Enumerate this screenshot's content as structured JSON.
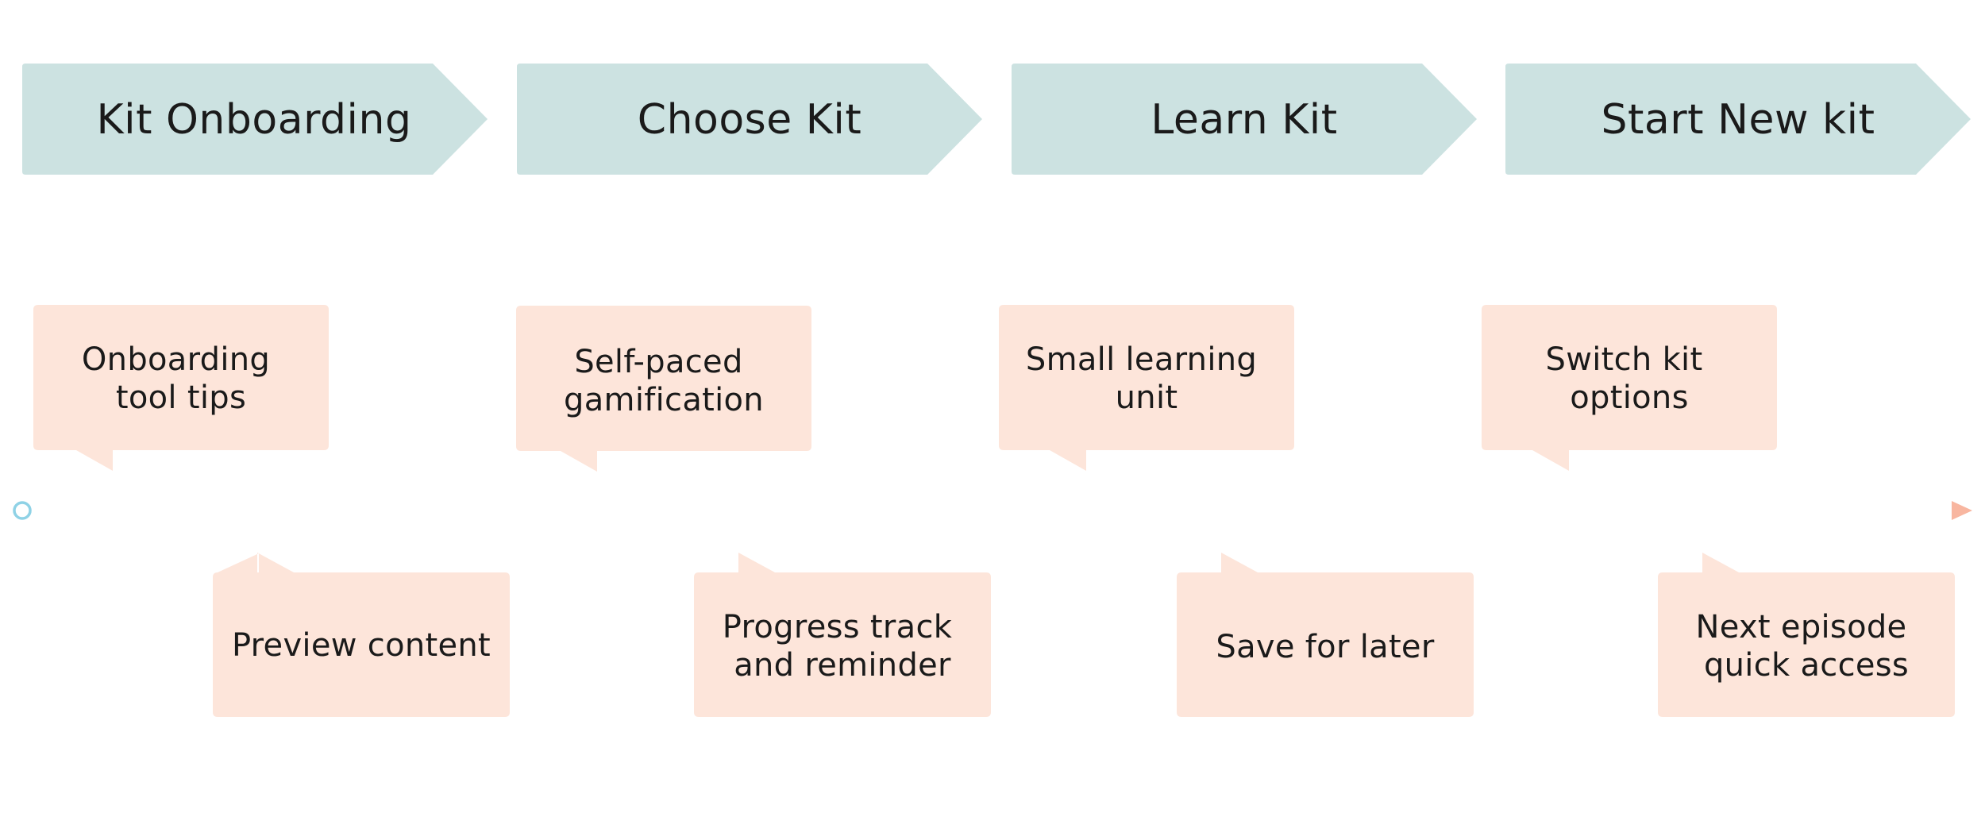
{
  "colors": {
    "stage_fill": "#cce2e1",
    "callout_fill": "#fde5da",
    "timeline_start": "#8fd2e6",
    "timeline_end": "#f8b6a0",
    "text": "#1a1a1a"
  },
  "stages": [
    {
      "label": "Kit Onboarding"
    },
    {
      "label": "Choose Kit"
    },
    {
      "label": "Learn Kit"
    },
    {
      "label": "Start New kit"
    }
  ],
  "top_callouts": [
    {
      "lines": [
        "Onboarding",
        "tool tips"
      ]
    },
    {
      "lines": [
        "Self-paced",
        "gamification"
      ]
    },
    {
      "lines": [
        "Small learning",
        "unit"
      ]
    },
    {
      "lines": [
        "Switch kit",
        "options"
      ]
    }
  ],
  "bottom_callouts": [
    {
      "lines": [
        "Preview content"
      ]
    },
    {
      "lines": [
        "Progress track",
        "and reminder"
      ]
    },
    {
      "lines": [
        "Save for later"
      ]
    },
    {
      "lines": [
        "Next episode",
        "quick access"
      ]
    }
  ],
  "timeline": {
    "start_marker": "circle",
    "end_marker": "arrow",
    "style": "dotted"
  }
}
